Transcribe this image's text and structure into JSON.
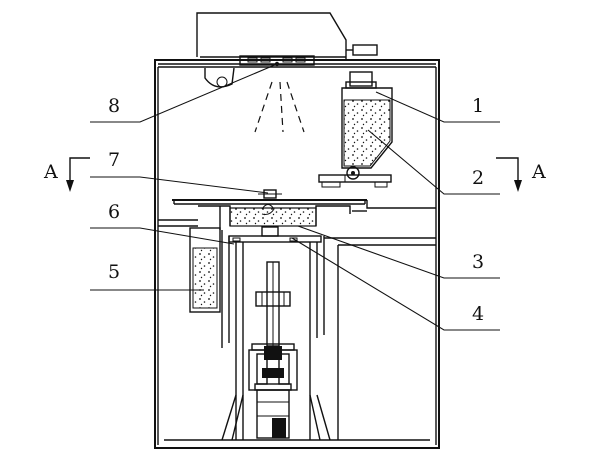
{
  "labels": {
    "n1": "1",
    "n2": "2",
    "n3": "3",
    "n4": "4",
    "n5": "5",
    "n6": "6",
    "n7": "7",
    "n8": "8",
    "section_left": "A",
    "section_right": "A"
  }
}
